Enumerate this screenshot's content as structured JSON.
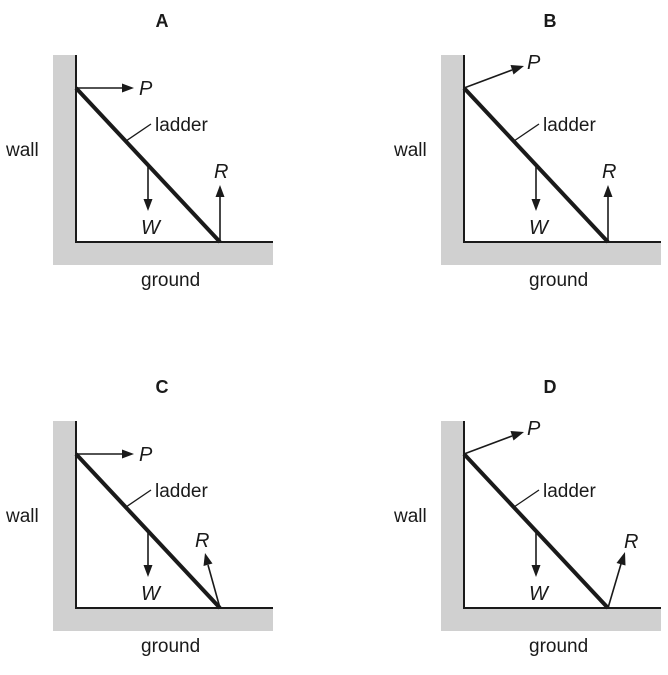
{
  "diagram": {
    "panels": [
      {
        "option": "A",
        "wall_label": "wall",
        "ground_label": "ground",
        "ladder_label": "ladder",
        "forces": {
          "P": {
            "label": "P",
            "direction": "horizontal"
          },
          "W": {
            "label": "W",
            "direction": "down"
          },
          "R": {
            "label": "R",
            "direction": "vertical"
          }
        }
      },
      {
        "option": "B",
        "wall_label": "wall",
        "ground_label": "ground",
        "ladder_label": "ladder",
        "forces": {
          "P": {
            "label": "P",
            "direction": "up-right"
          },
          "W": {
            "label": "W",
            "direction": "down"
          },
          "R": {
            "label": "R",
            "direction": "vertical"
          }
        }
      },
      {
        "option": "C",
        "wall_label": "wall",
        "ground_label": "ground",
        "ladder_label": "ladder",
        "forces": {
          "P": {
            "label": "P",
            "direction": "horizontal"
          },
          "W": {
            "label": "W",
            "direction": "down"
          },
          "R": {
            "label": "R",
            "direction": "up-left"
          }
        }
      },
      {
        "option": "D",
        "wall_label": "wall",
        "ground_label": "ground",
        "ladder_label": "ladder",
        "forces": {
          "P": {
            "label": "P",
            "direction": "up-right"
          },
          "W": {
            "label": "W",
            "direction": "down"
          },
          "R": {
            "label": "R",
            "direction": "up-right"
          }
        }
      }
    ]
  }
}
